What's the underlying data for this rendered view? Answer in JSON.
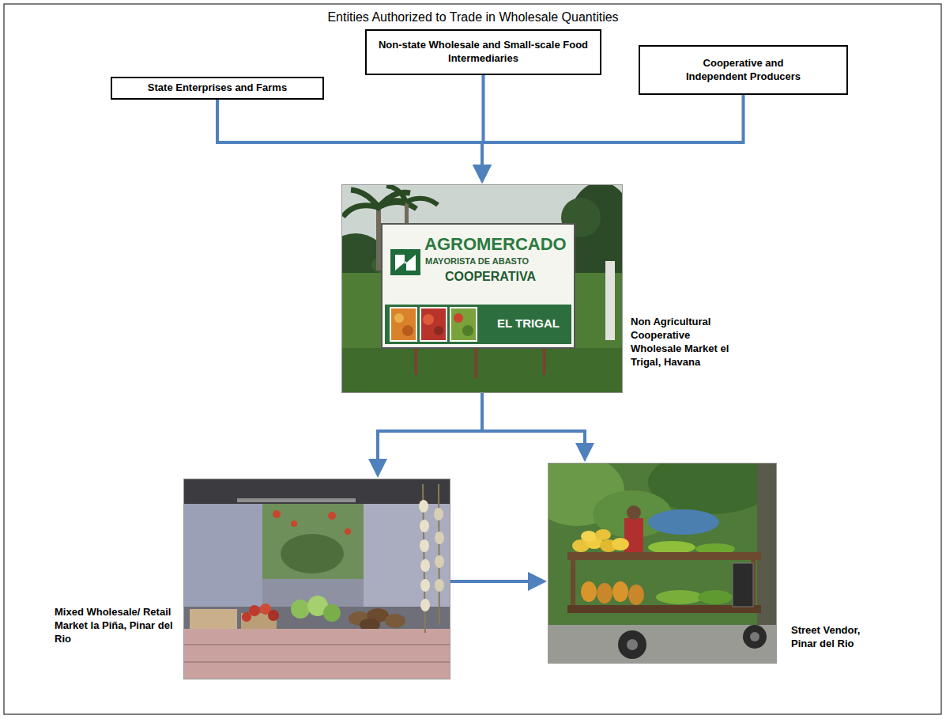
{
  "diagram": {
    "title": "Entities Authorized to Trade in Wholesale Quantities",
    "nodes": [
      {
        "text": [
          "State Enterprises and Farms"
        ]
      },
      {
        "text": [
          "Non-state Wholesale and Small-scale Food Intermediaries"
        ]
      },
      {
        "text": [
          "Cooperative and Independent Producers"
        ]
      },
      {
        "text": [
          "AGROMERCADO",
          "MAYORISTA DE ABASTO",
          "COOPERATIVA",
          "EL TRIGAL",
          "Non Agricultural Cooperative Wholesale Market el Trigal, Havana"
        ]
      },
      {
        "text": [
          "Mixed Wholesale/ Retail Market la Piña, Pinar del Rio"
        ]
      },
      {
        "text": [
          "Street Vendor, Pinar del Rio"
        ]
      }
    ],
    "edges": [
      {
        "from": 0,
        "to": 3,
        "arrow": "to"
      },
      {
        "from": 1,
        "to": 3,
        "arrow": "to"
      },
      {
        "from": 2,
        "to": 3,
        "arrow": "to"
      },
      {
        "from": 3,
        "to": 4,
        "arrow": "to"
      },
      {
        "from": 3,
        "to": 5,
        "arrow": "to"
      },
      {
        "from": 4,
        "to": 5,
        "arrow": "to"
      }
    ]
  }
}
